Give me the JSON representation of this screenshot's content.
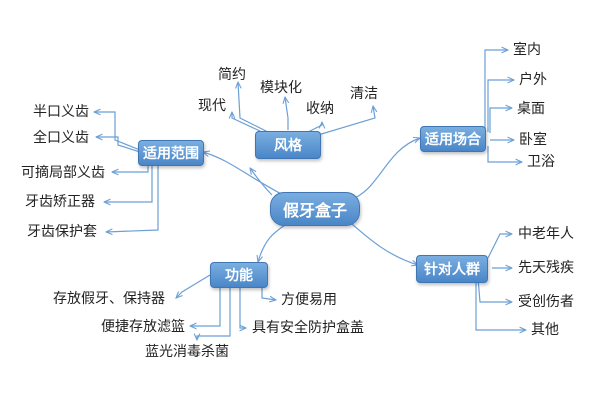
{
  "center": "假牙盒子",
  "branches": {
    "style": {
      "label": "风格",
      "items": [
        "现代",
        "简约",
        "模块化",
        "收纳",
        "清洁"
      ]
    },
    "scope": {
      "label": "适用范围",
      "items": [
        "半口义齿",
        "全口义齿",
        "可摘局部义齿",
        "牙齿矫正器",
        "牙齿保护套"
      ]
    },
    "occasion": {
      "label": "适用场合",
      "items": [
        "室内",
        "户外",
        "桌面",
        "卧室",
        "卫浴"
      ]
    },
    "function": {
      "label": "功能",
      "items": [
        "存放假牙、保持器",
        "方便易用",
        "便捷存放滤篮",
        "具有安全防护盒盖",
        "蓝光消毒杀菌"
      ]
    },
    "target": {
      "label": "针对人群",
      "items": [
        "中老年人",
        "先天残疾",
        "受创伤者",
        "其他"
      ]
    }
  },
  "colors": {
    "node_fill": "#5b95d3",
    "line": "#6c9fd6"
  }
}
